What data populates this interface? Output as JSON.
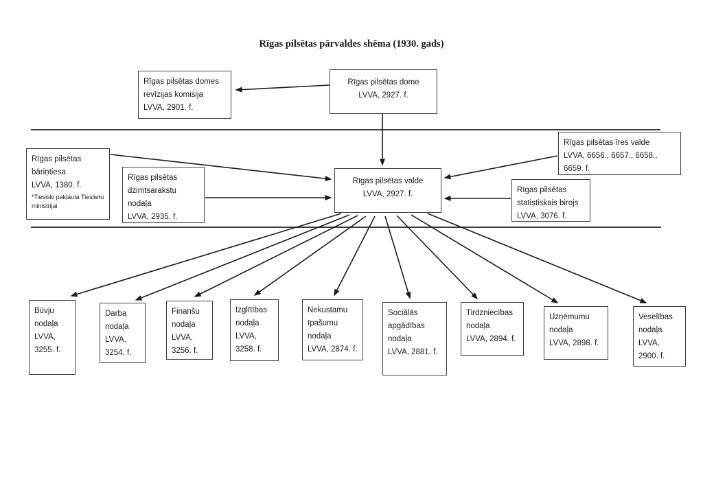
{
  "title": "Rīgas pilsētas pārvaldes shēma (1930. gads)",
  "colors": {
    "line": "#1a1a1a",
    "border": "#3f3f3f",
    "bg": "#ffffff",
    "text": "#1a1a1a"
  },
  "nodes": {
    "revizijas_komisija": {
      "lines": [
        "Rīgas pilsētas domes",
        "revīzijas komisija",
        "LVVA, 2901. f."
      ]
    },
    "dome": {
      "lines": [
        "Rīgas pilsētas dome",
        "LVVA, 2927. f."
      ]
    },
    "barintiesa": {
      "lines": [
        "Rīgas pilsētas",
        "bāriņtiesa",
        "LVVA, 1380. f."
      ],
      "note_lines": [
        "*Tiesiski pakļauta Tieslietu",
        "ministrijai"
      ]
    },
    "dzimtsarakstu": {
      "lines": [
        "Rīgas pilsētas",
        "dzimtsarakstu",
        "nodaļa",
        "LVVA, 2935. f."
      ]
    },
    "valde": {
      "lines": [
        "Rīgas pilsētas valde",
        "LVVA, 2927. f."
      ]
    },
    "ires_valde": {
      "lines": [
        "Rīgas pilsētas īres valde",
        "LVVA, 6656., 6657., 6658.,",
        "6659. f."
      ]
    },
    "statistiskais_birojs": {
      "lines": [
        "Rīgas pilsētas",
        "statistiskais birojs",
        "LVVA, 3076. f."
      ]
    },
    "buvju": {
      "lines": [
        "Būvju",
        "nodaļa",
        "LVVA,",
        "3255. f."
      ]
    },
    "darba": {
      "lines": [
        "Darba",
        "nodaļa",
        "LVVA,",
        "3254. f."
      ]
    },
    "finansu": {
      "lines": [
        "Finanšu",
        "nodaļa",
        "LVVA,",
        "3256. f."
      ]
    },
    "izglitibas": {
      "lines": [
        "Izglītības",
        "nodaļa",
        "LVVA,",
        "3258. f."
      ]
    },
    "nekustamu": {
      "lines": [
        "Nekustamu",
        "īpašumu",
        "nodaļa",
        "LVVA, 2874. f."
      ]
    },
    "socialas": {
      "lines": [
        "Sociālās",
        "apgādības",
        "nodaļa",
        "LVVA, 2881. f."
      ]
    },
    "tirdzniecibas": {
      "lines": [
        "Tirdzniecības",
        "nodaļa",
        "LVVA, 2894. f."
      ]
    },
    "uznemumu": {
      "lines": [
        "Uzņēmumu",
        "nodaļa",
        "LVVA, 2898. f."
      ]
    },
    "veselibas": {
      "lines": [
        "Veselības",
        "nodaļa",
        "LVVA,",
        "2900. f."
      ]
    }
  }
}
